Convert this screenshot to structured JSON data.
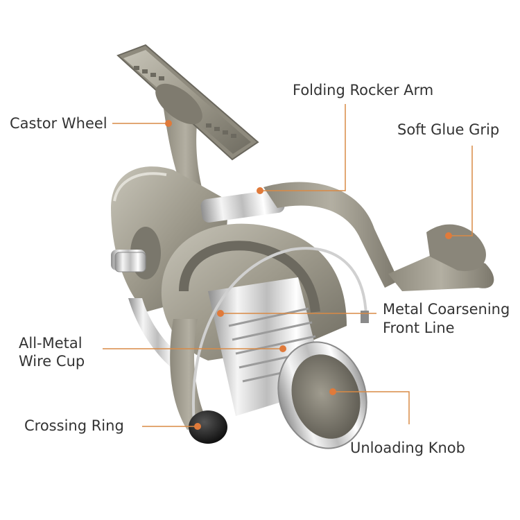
{
  "image": {
    "subject": "spinning fishing reel",
    "background": "#ffffff",
    "callout_line_color": "#d98a45",
    "callout_dot_color": "#e07a3a"
  },
  "callouts": {
    "castor_wheel": "Castor Wheel",
    "folding_rocker_arm": "Folding Rocker Arm",
    "soft_glue_grip": "Soft Glue Grip",
    "metal_coarsening_line1": "Metal Coarsening",
    "metal_coarsening_line2": "Front Line",
    "wire_cup_line1": "All-Metal",
    "wire_cup_line2": "Wire Cup",
    "crossing_ring": "Crossing Ring",
    "unloading_knob": "Unloading Knob"
  }
}
